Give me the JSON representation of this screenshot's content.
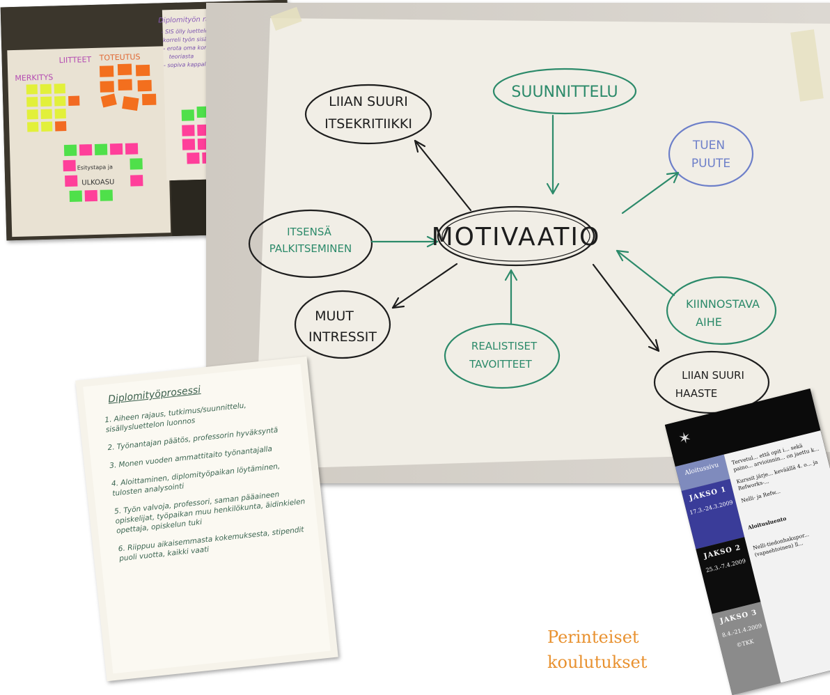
{
  "sticky_photo": {
    "headings": [
      "LIITTEET",
      "TOTEUTUS",
      "MERKITYS"
    ],
    "sheet_title": "Diplomityön rakenne",
    "sheet_lines": [
      "- SIS ölly luettelon pituus",
      "korreli työn sisällön",
      "- erota oma kontribuutio",
      "teoriasta",
      "- sopiva kappaleja ko"
    ],
    "bottom_labels": [
      "Esitystapa ja",
      "ULKOASU"
    ]
  },
  "mindmap": {
    "center": "MOTIVAATIO",
    "nodes": {
      "top_left": [
        "LIIAN SUURI",
        "ITSEKRITIIKKI"
      ],
      "top": "SUUNNITTELU",
      "right_top": [
        "TUEN",
        "PUUTE"
      ],
      "left": [
        "ITSENSÄ",
        "PALKITSEMINEN"
      ],
      "bottom_left": [
        "MUUT",
        "INTRESSIT"
      ],
      "bottom": [
        "REALISTISET",
        "TAVOITTEET"
      ],
      "right": [
        "KIINNOSTAVA",
        "AIHE"
      ],
      "bottom_right": [
        "LIIAN SUURI",
        "HAASTE"
      ]
    },
    "colors": {
      "black": "#1d1d1d",
      "green": "#2c8a6a",
      "blue": "#6d7fc9"
    }
  },
  "list_photo": {
    "title": "Diplomityöprosessi",
    "items": [
      "1. Aiheen rajaus, tutkimus/suunnittelu, sisällysluettelon luonnos",
      "2. Työnantajan päätös, professorin hyväksyntä",
      "3. Monen vuoden ammattitaito työnantajalla",
      "4. Aloittaminen, diplomityöpaikan löytäminen, tulosten analysointi",
      "5. Työn valvoja, professori, saman pääaineen opiskelijat, työpaikan muu henkilökunta, äidinkielen opettaja, opiskelun tuki",
      "6. Riippuu aikaisemmasta kokemuksesta, stipendit puoli vuotta, kaikki vaati"
    ]
  },
  "screen_photo": {
    "nav": {
      "aloitus": "Aloitussivu",
      "jakso1": "JAKSO 1",
      "jakso1_dates": "17.3.-24.3.2009",
      "jakso2": "JAKSO 2",
      "jakso2_dates": "25.3.-7.4.2009",
      "jakso3": "JAKSO 3",
      "jakso3_dates": "8.4.-21.4.2009",
      "footer": "©TKK"
    },
    "content": [
      "Tervetul... että opit i... sekä paino... arvioinnin... on jaettu k...",
      "Kurssit järje... keväällä 4. o... ja Refworks-...",
      "Nelli- ja Refw...",
      "Aloitusluento",
      "Nelli-tiedonhakupor... (vapaehtoinen) ll..."
    ]
  },
  "caption": {
    "line1": "Perinteiset",
    "line2": "koulutukset"
  }
}
